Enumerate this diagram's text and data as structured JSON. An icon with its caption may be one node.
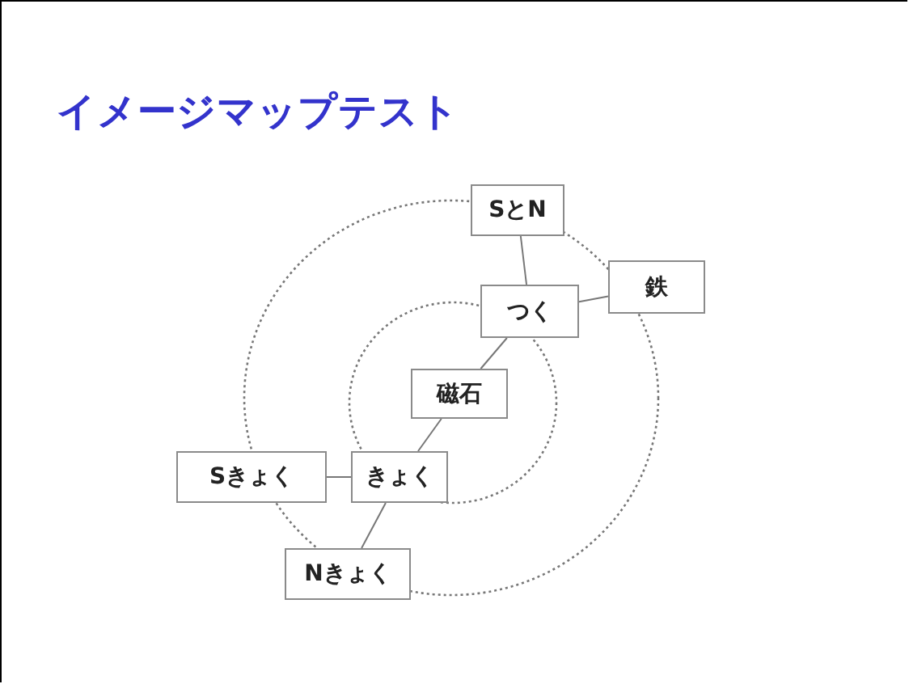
{
  "diagram": {
    "title": "イメージマップテスト",
    "nodes": [
      {
        "text": [
          "SとN"
        ]
      },
      {
        "text": [
          "鉄"
        ]
      },
      {
        "text": [
          "つく"
        ]
      },
      {
        "text": [
          "磁石"
        ]
      },
      {
        "text": [
          "Sきょく"
        ]
      },
      {
        "text": [
          "きょく"
        ]
      },
      {
        "text": [
          "Nきょく"
        ]
      }
    ],
    "edges": [
      {
        "from": 0,
        "to": 2,
        "arrow": "none"
      },
      {
        "from": 2,
        "to": 1,
        "arrow": "none"
      },
      {
        "from": 2,
        "to": 3,
        "arrow": "none"
      },
      {
        "from": 3,
        "to": 5,
        "arrow": "none"
      },
      {
        "from": 4,
        "to": 5,
        "arrow": "none"
      },
      {
        "from": 5,
        "to": 6,
        "arrow": "none"
      }
    ]
  }
}
